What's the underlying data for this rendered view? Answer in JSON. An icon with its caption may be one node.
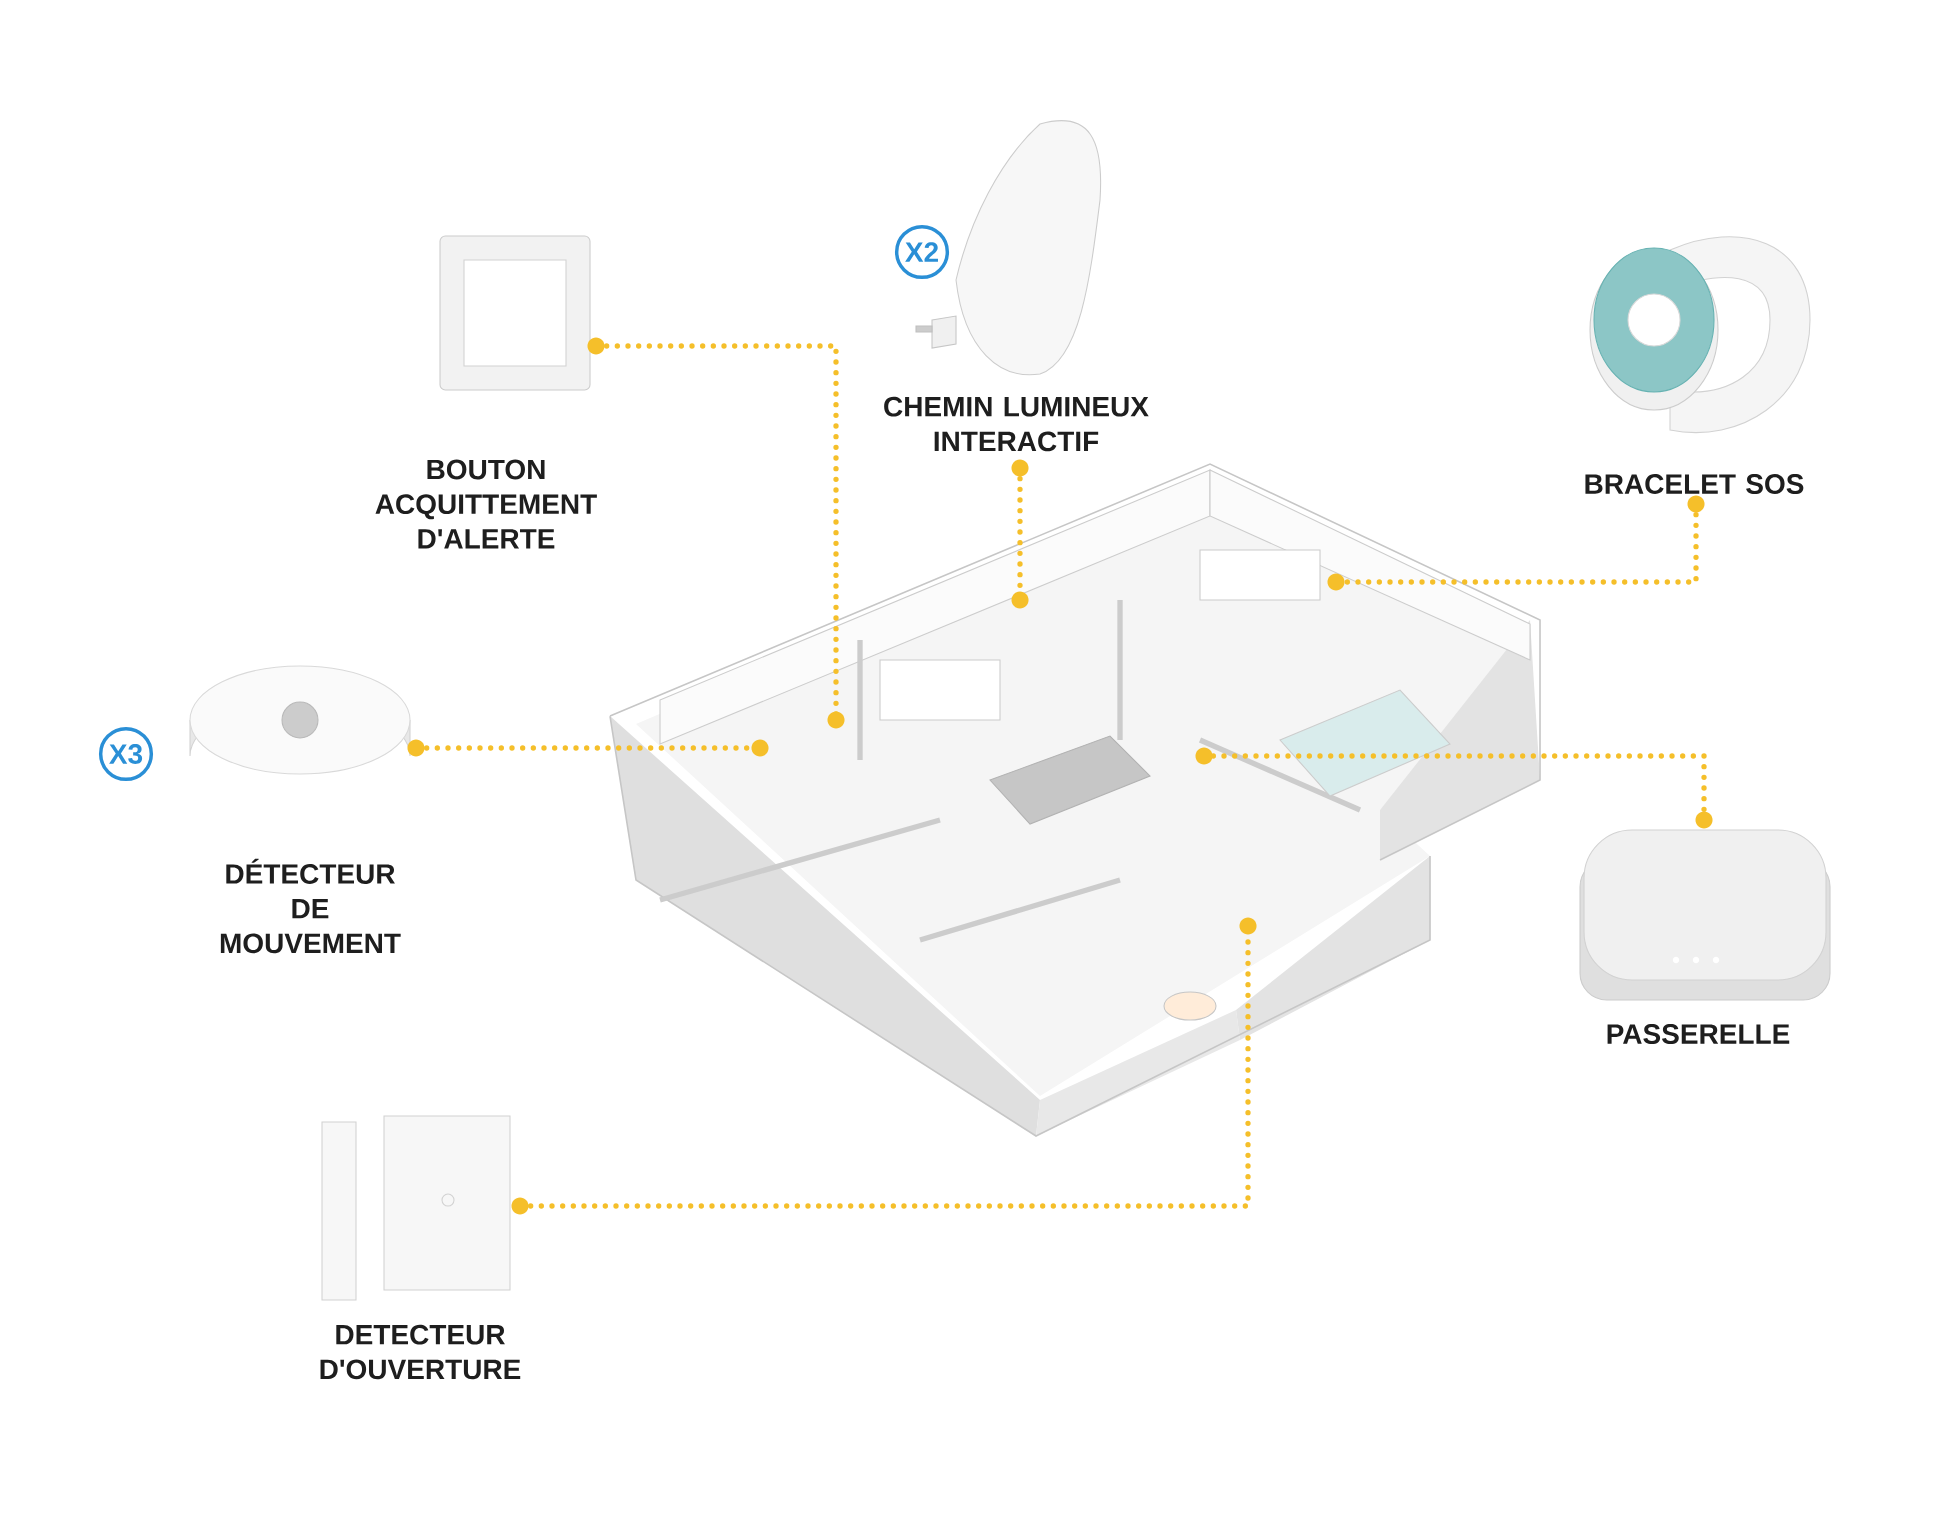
{
  "diagram": {
    "nodes": [
      {
        "text": [
          "CHEMIN LUMINEUX INTERACTIF"
        ],
        "beside": [
          "X2"
        ]
      },
      {
        "text": [
          "BOUTON ACQUITTEMENT D'ALERTE"
        ]
      },
      {
        "text": [
          "BRACELET SOS"
        ]
      },
      {
        "text": [
          "DÉTECTEUR DE MOUVEMENT"
        ],
        "beside": [
          "X3"
        ]
      },
      {
        "text": [],
        "shape": "picture"
      },
      {
        "text": [
          "PASSERELLE"
        ]
      },
      {
        "text": [
          "DETECTEUR D'OUVERTURE"
        ]
      }
    ],
    "edges": [
      {
        "from": 0,
        "to": 4,
        "arrow": "other"
      },
      {
        "from": 1,
        "to": 4,
        "arrow": "other"
      },
      {
        "from": 2,
        "to": 4,
        "arrow": "other"
      },
      {
        "from": 3,
        "to": 4,
        "arrow": "other"
      },
      {
        "from": 5,
        "to": 4,
        "arrow": "other"
      },
      {
        "from": 6,
        "to": 4,
        "arrow": "other"
      }
    ]
  }
}
